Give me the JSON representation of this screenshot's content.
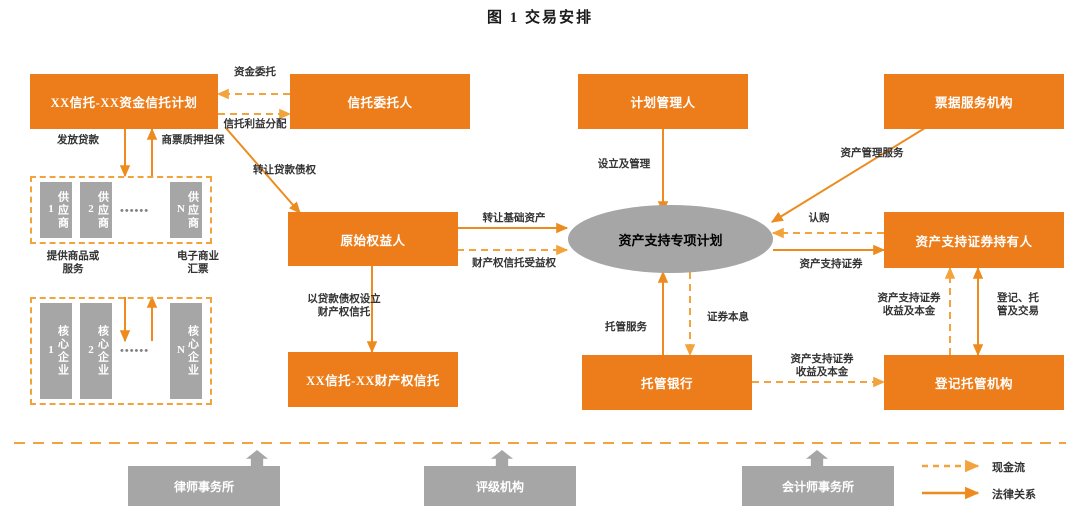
{
  "title": "图 1  交易安排",
  "colors": {
    "orange": "#ED7D1A",
    "orange_light": "#F3A33C",
    "gray": "#A6A6A6",
    "text": "#333333"
  },
  "nodes": {
    "trust_plan": "XX信托-XX资金信托计划",
    "trustor": "信托委托人",
    "plan_manager": "计划管理人",
    "bill_service": "票据服务机构",
    "originator": "原始权益人",
    "property_trust": "XX信托-XX财产权信托",
    "spv": "资产支持专项计划",
    "abs_holder": "资产支持证券持有人",
    "custodian_bank": "托管银行",
    "registrar": "登记托管机构"
  },
  "suppliers": [
    "供应商\n1",
    "供应商\n2",
    "供应商\nN"
  ],
  "core_firms": [
    "核心企业\n1",
    "核心企业\n2",
    "核心企业\nN"
  ],
  "ellipsis": "••••••",
  "service_providers": [
    "律师事务所",
    "评级机构",
    "会计师事务所"
  ],
  "edge_labels": {
    "fund_entrust": "资金委托",
    "trust_benefit": "信托利益分配",
    "grant_loan": "发放贷款",
    "bill_pledge": "商票质押担保",
    "provide_goods": "提供商品或\n服务",
    "e_bill": "电子商业\n汇票",
    "transfer_loan_claim": "转让贷款债权",
    "set_property_trust": "以贷款债权设立\n财产权信托",
    "transfer_base_asset": "转让基础资产",
    "property_trust_benefit": "财产权信托受益权",
    "setup_manage": "设立及管理",
    "asset_mgmt_service": "资产管理服务",
    "subscribe": "认购",
    "abs": "资产支持证券",
    "custody_service": "托管服务",
    "bond_principal_interest": "证券本息",
    "abs_income_principal_1": "资产支持证券\n收益及本金",
    "abs_income_principal_2": "资产支持证券\n收益及本金",
    "register_custody_trade": "登记、托\n管及交易"
  },
  "legend": [
    {
      "name": "现金流",
      "style": "dashed"
    },
    {
      "name": "法律关系",
      "style": "solid"
    }
  ]
}
